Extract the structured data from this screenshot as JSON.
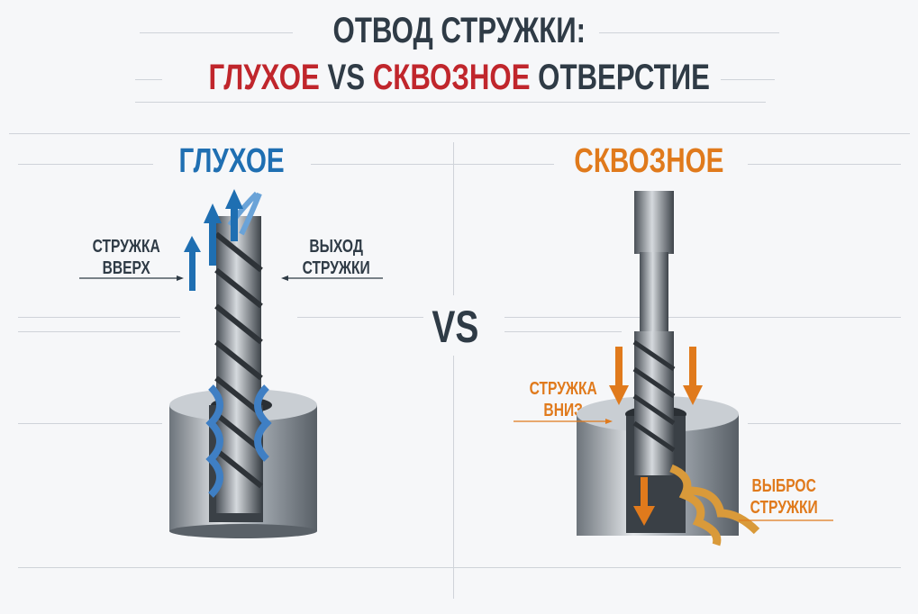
{
  "title": {
    "line1": "ОТВОД СТРУЖКИ:",
    "line2_part1": "ГЛУХОЕ",
    "line2_part2": "VS",
    "line2_part3": "СКВОЗНОЕ",
    "line2_part4": "ОТВЕРСТИЕ"
  },
  "vs_label": "VS",
  "left": {
    "heading": "ГЛУХОЕ",
    "label_left_1": "СТРУЖКА",
    "label_left_2": "ВВЕРХ",
    "label_right_1": "ВЫХОД",
    "label_right_2": "СТРУЖКИ"
  },
  "right": {
    "heading": "СКВОЗНОЕ",
    "label_left_1": "СТРУЖКА",
    "label_left_2": "ВНИЗ",
    "label_right_1": "ВЫБРОС",
    "label_right_2": "СТРУЖКИ"
  },
  "colors": {
    "dark": "#2f3b46",
    "red": "#c0262c",
    "blue": "#1f6fb2",
    "orange": "#e07a1c",
    "steel": "#9aa1a8"
  }
}
